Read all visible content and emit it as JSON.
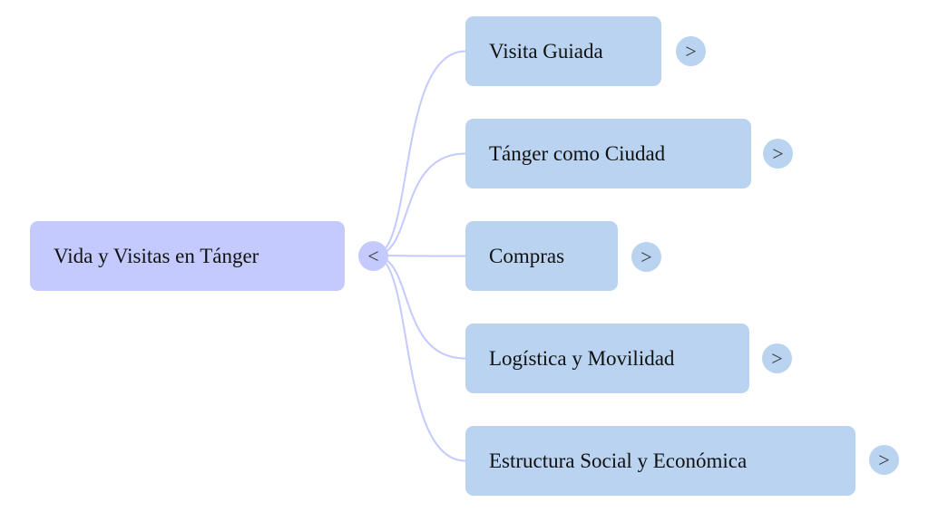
{
  "mindmap": {
    "root": {
      "label": "Vida y Visitas en Tánger",
      "toggle": {
        "icon": "collapse-icon",
        "glyph": "<"
      }
    },
    "children": [
      {
        "label": "Visita Guiada",
        "toggle": {
          "icon": "expand-icon",
          "glyph": ">"
        }
      },
      {
        "label": "Tánger como Ciudad",
        "toggle": {
          "icon": "expand-icon",
          "glyph": ">"
        }
      },
      {
        "label": "Compras",
        "toggle": {
          "icon": "expand-icon",
          "glyph": ">"
        }
      },
      {
        "label": "Logística y Movilidad",
        "toggle": {
          "icon": "expand-icon",
          "glyph": ">"
        }
      },
      {
        "label": "Estructura Social y Económica",
        "toggle": {
          "icon": "expand-icon",
          "glyph": ">"
        }
      }
    ]
  },
  "colors": {
    "root_fill": "#c4cafe",
    "child_fill": "#b9d3f0",
    "edge": "#c4cafe",
    "text": "#111111"
  }
}
